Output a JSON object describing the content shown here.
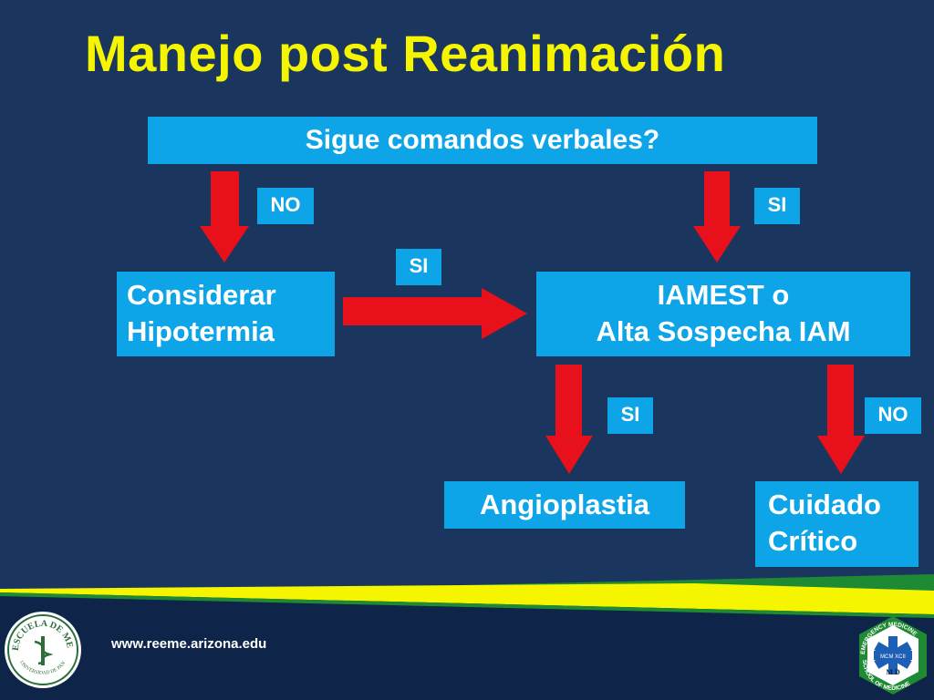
{
  "title": "Manejo post Reanimación",
  "nodes": {
    "q": "Sigue comandos verbales?",
    "hipotermia": [
      "Considerar",
      "Hipotermia"
    ],
    "iamest": [
      "IAMEST o",
      "Alta Sospecha IAM"
    ],
    "angioplastia": "Angioplastia",
    "cuidado": [
      "Cuidado",
      "Crítico"
    ]
  },
  "edge_labels": {
    "no_left": "NO",
    "si_right": "SI",
    "si_middle": "SI",
    "si_angio": "SI",
    "no_cuidado": "NO"
  },
  "footer": {
    "url": "www.reeme.arizona.edu"
  },
  "colors": {
    "background": "#1b365e",
    "title": "#f5f500",
    "box": "#0ea5e8",
    "arrow": "#e8101a"
  },
  "logos": {
    "left_text": "ESCUELA DE MEDICINA",
    "left_sub": "UNIVERSIDAD DE PANAMÁ",
    "right_top": "EMERGENCY MEDICINE",
    "right_bottom": "SCHOOL OF MEDICINE",
    "right_mid": "MCM XCII",
    "right_center": "M D"
  }
}
